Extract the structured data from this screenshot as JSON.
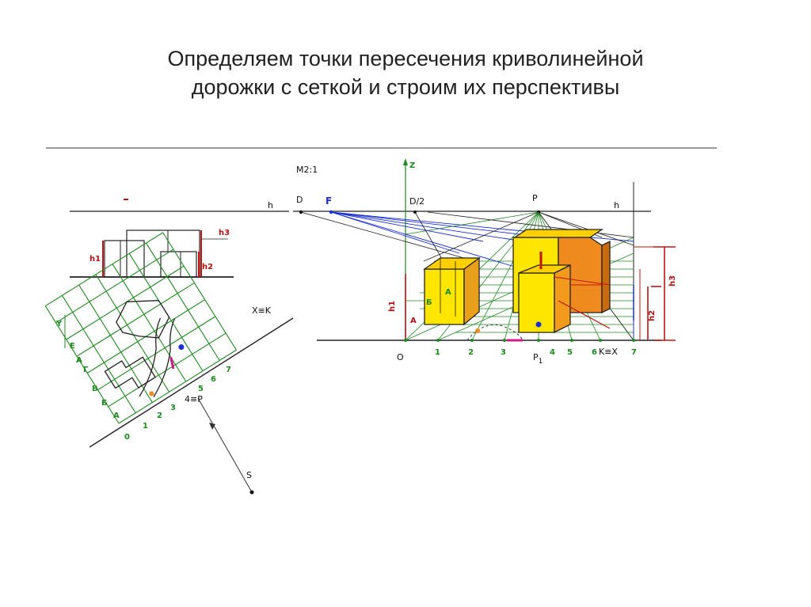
{
  "title": {
    "line1": "Определяем точки  пересечения криволинейной",
    "line2": "дорожки с сеткой и строим  их перспективы"
  },
  "labels": {
    "scale": "М2:1",
    "horizon_left": "h",
    "horizon_right": "h",
    "point_D": "D",
    "point_F": "F",
    "point_D2": "D/2",
    "point_P": "P",
    "axis_Z": "Z",
    "origin": "O",
    "point_P1": "P",
    "point_P1_sub": "1",
    "point_S": "S",
    "axis_XK_plan": "X≡K",
    "axis_Y_plan": "Y",
    "point_4P_plan": "4≡P",
    "k_x_persp": "K≡X",
    "h1_left": "h1",
    "h2_left": "h2",
    "h3_left": "h3",
    "h1_persp": "h1",
    "h2_persp": "h2",
    "h3_persp": "h3",
    "persp_A": "A",
    "persp_B": "Б",
    "persp_A_box": "А"
  },
  "plan_row_letters": [
    "А",
    "Б",
    "В",
    "Г",
    "А",
    "Е"
  ],
  "plan_col_numbers": [
    "0",
    "1",
    "2",
    "3",
    "",
    "5",
    "6",
    "7"
  ],
  "persp_numbers": [
    "1",
    "2",
    "3",
    "4",
    "5",
    "6",
    "7"
  ],
  "colors": {
    "grid_green": "#1e8a1e",
    "box_yellow": "#ffe600",
    "box_orange": "#ef8a1e",
    "red": "#c01515",
    "blue": "#1a2fd0",
    "ink": "#111111"
  }
}
